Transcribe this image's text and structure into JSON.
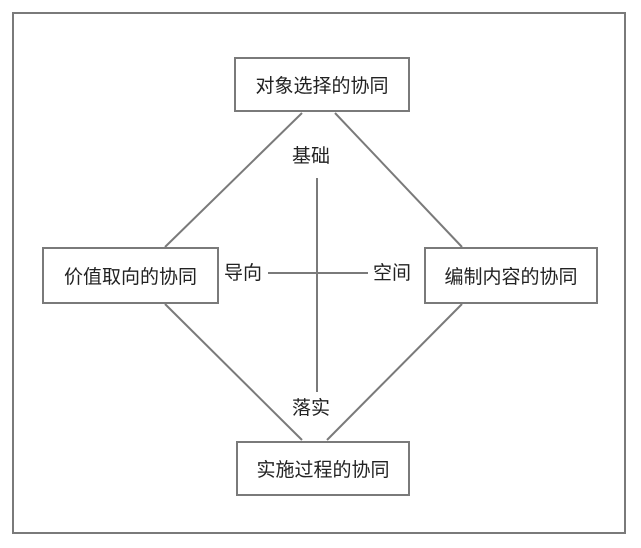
{
  "diagram": {
    "nodes": {
      "top": "对象选择的协同",
      "left": "价值取向的协同",
      "right": "编制内容的协同",
      "bottom": "实施过程的协同"
    },
    "labels": {
      "top": "基础",
      "left": "导向",
      "right": "空间",
      "bottom": "落实"
    },
    "colors": {
      "line": "#7a7a7a",
      "text": "#222222"
    }
  }
}
